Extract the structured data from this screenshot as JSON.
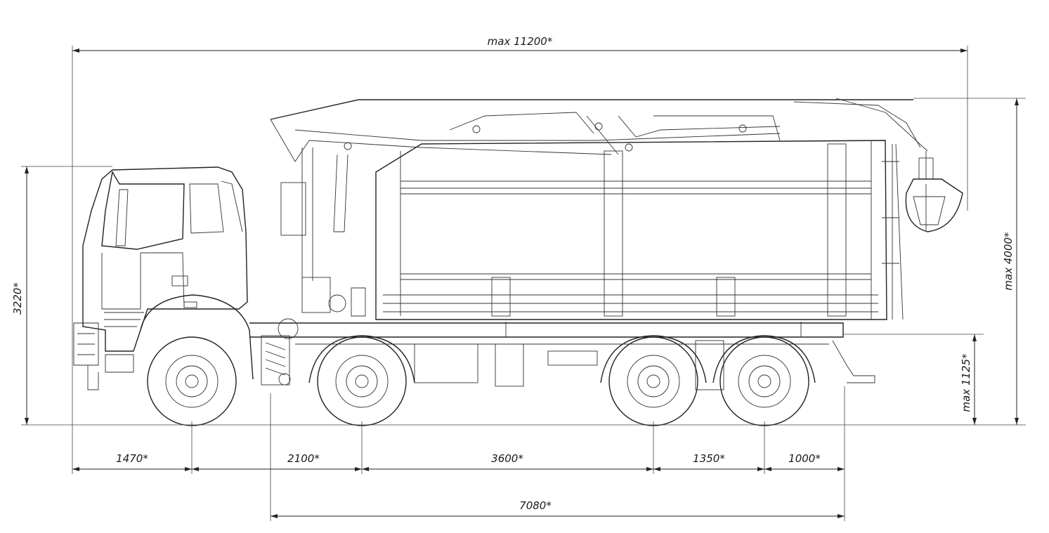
{
  "dimensions": {
    "overall_length": "max 11200*",
    "overall_height": "max 4000*",
    "cab_height": "3220*",
    "frame_height": "max 1125*",
    "front_overhang": "1470*",
    "wheelbase_1": "2100*",
    "wheelbase_2": "3600*",
    "wheelbase_3": "1350*",
    "rear_overhang": "1000*",
    "body_length": "7080*"
  },
  "colors": {
    "line": "#222222",
    "background": "#ffffff"
  }
}
